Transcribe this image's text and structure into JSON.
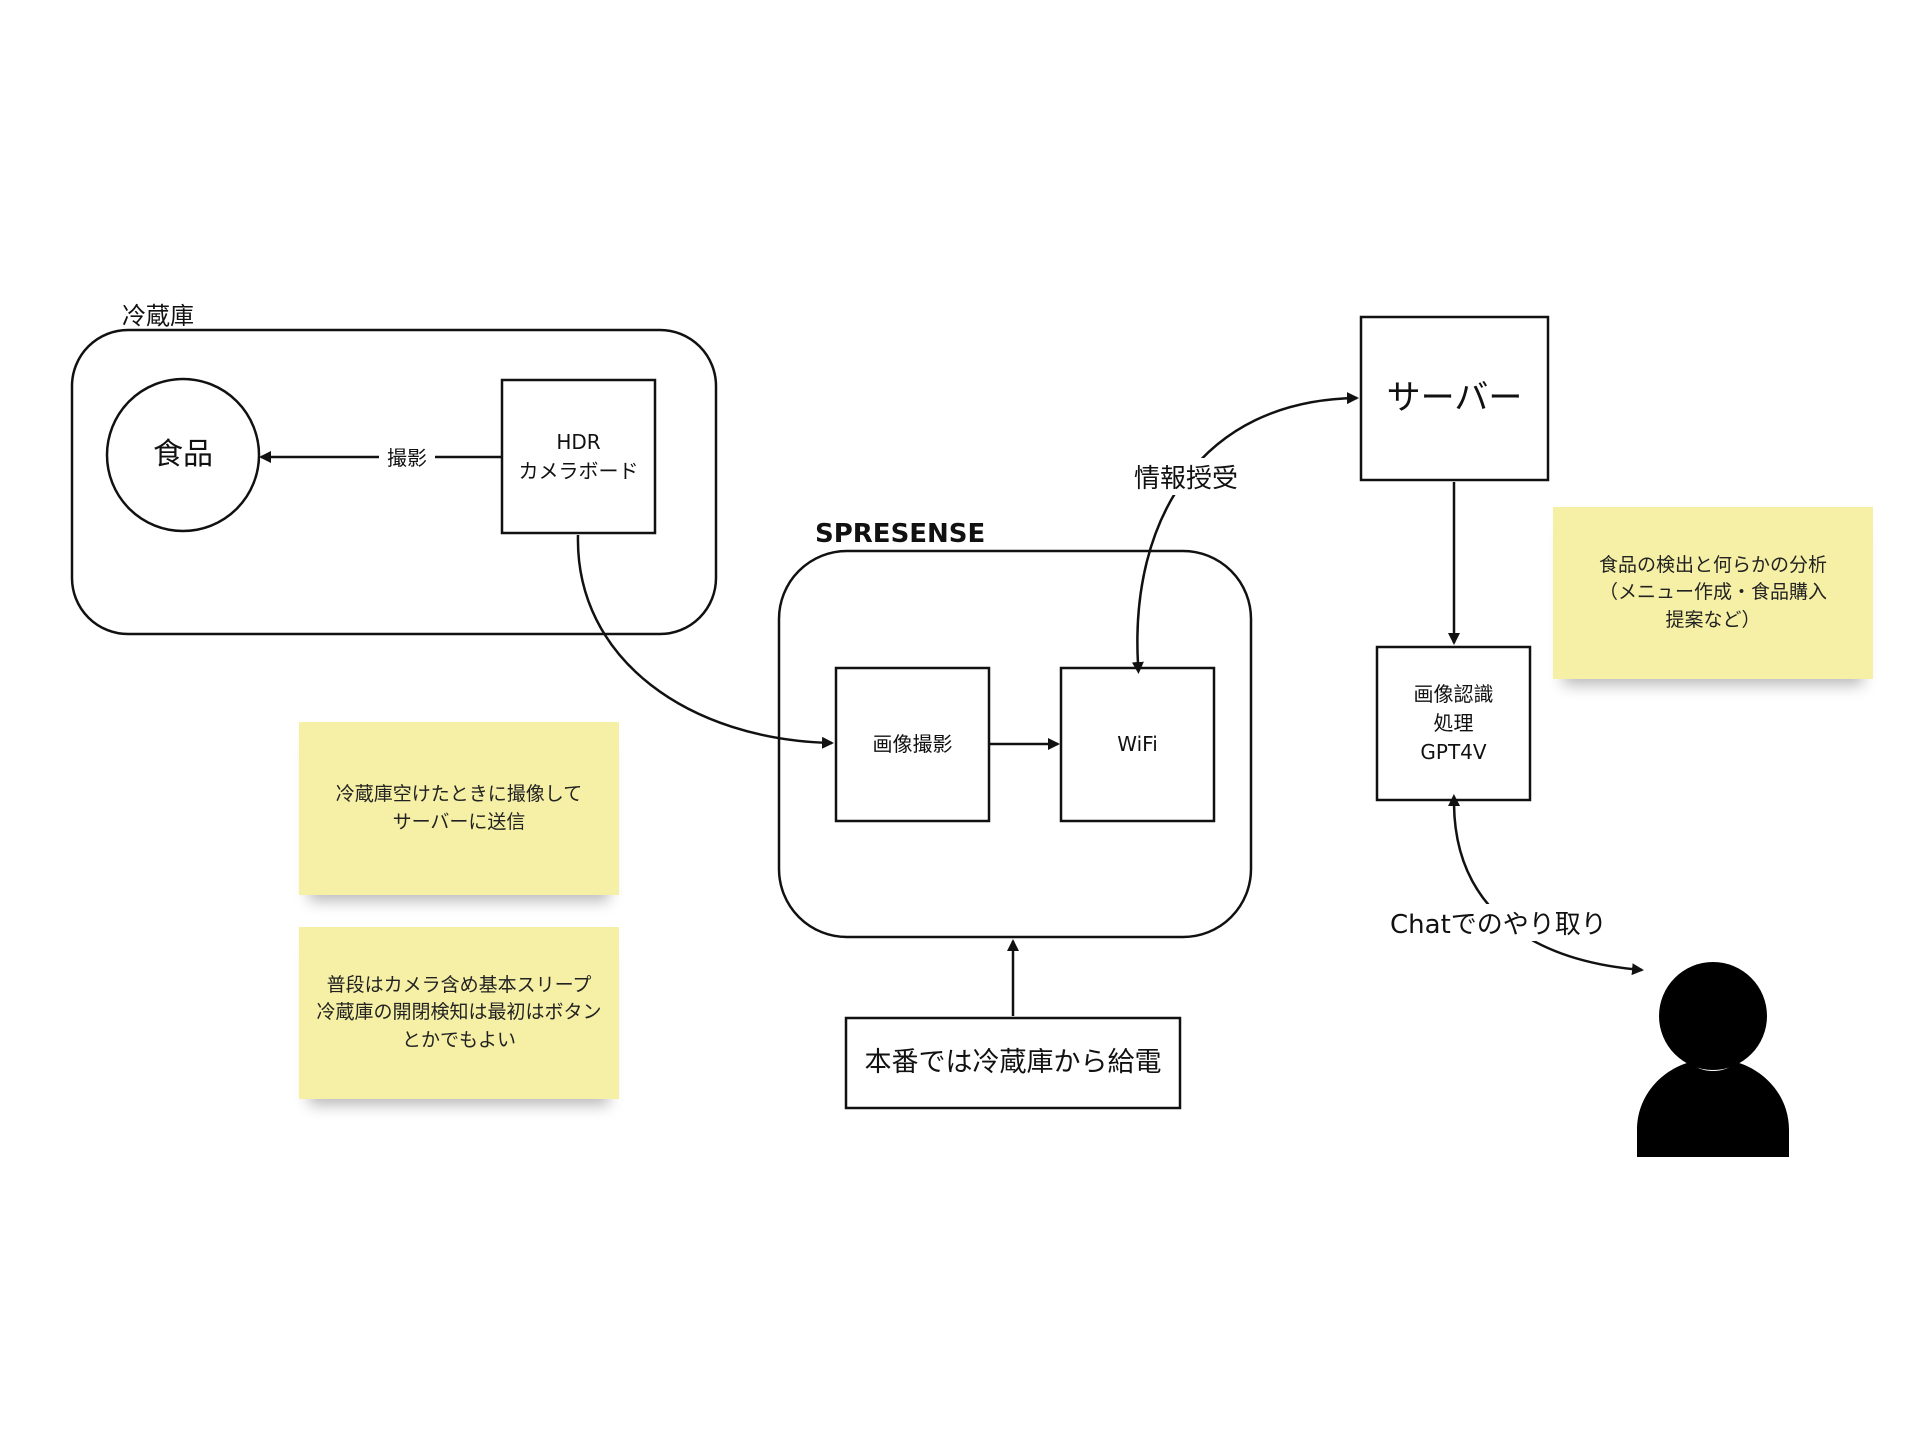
{
  "groups": {
    "fridge": {
      "label": "冷蔵庫"
    },
    "spresense": {
      "label": "SPRESENSE"
    }
  },
  "nodes": {
    "food": "食品",
    "hdr_camera": [
      "HDR",
      "カメラボード"
    ],
    "image_capture": "画像撮影",
    "wifi": "WiFi",
    "server": "サーバー",
    "image_recognition": [
      "画像認識",
      "処理",
      "GPT4V"
    ],
    "power": "本番では冷蔵庫から給電"
  },
  "edges": {
    "capture_label": "撮影",
    "info_exchange_label": "情報授受",
    "chat_label": "Chatでのやり取り"
  },
  "notes": {
    "note1": [
      "冷蔵庫空けたときに撮像して",
      "サーバーに送信"
    ],
    "note2": [
      "普段はカメラ含め基本スリープ",
      "冷蔵庫の開閉検知は最初はボタン",
      "とかでもよい"
    ],
    "note3": [
      "食品の検出と何らかの分析",
      "（メニュー作成・食品購入",
      "提案など）"
    ]
  },
  "icons": {
    "user": "user-icon"
  },
  "colors": {
    "stroke": "#111111",
    "sticky": "#f6f0a6"
  }
}
